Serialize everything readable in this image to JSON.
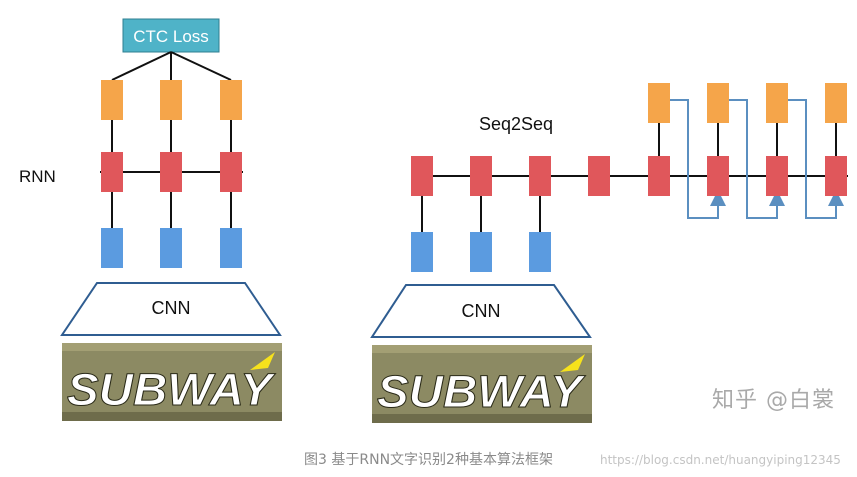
{
  "diagram": {
    "left": {
      "loss_label": "CTC Loss",
      "rnn_label": "RNN",
      "cnn_label": "CNN",
      "banner_text": "SUBWAY"
    },
    "right": {
      "title": "Seq2Seq",
      "cnn_label": "CNN",
      "banner_text": "SUBWAY"
    },
    "colors": {
      "output_node": "#f5a54a",
      "rnn_node": "#e0575b",
      "input_node": "#5b9be0",
      "loss_box": "#4fb3c8",
      "feedback_line": "#5b8fc0"
    }
  },
  "watermark": "知乎 @白裳",
  "caption": "图3 基于RNN文字识别2种基本算法框架",
  "url_watermark": "https://blog.csdn.net/huangyiping12345"
}
